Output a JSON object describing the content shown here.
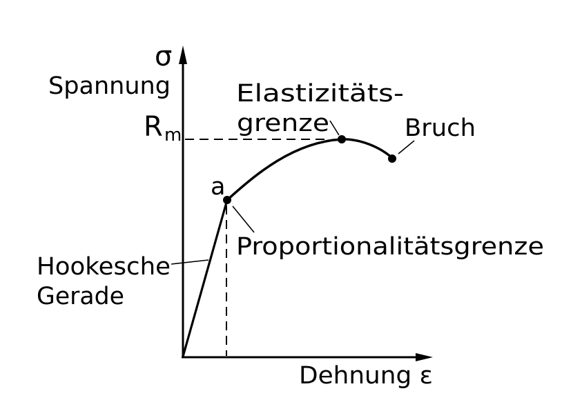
{
  "colors": {
    "background": "#ffffff",
    "ink": "#000000"
  },
  "labels": {
    "sigma": "σ",
    "spannung": "Spannung",
    "rm": "R",
    "rm_sub": "m",
    "elastizitaet_line1": "Elastizitäts-",
    "elastizitaet_line2": "grenze",
    "bruch": "Bruch",
    "point_a": "a",
    "proportionalitaetsgrenze": "Proportionalitätsgrenze",
    "hooke_line1": "Hookesche",
    "hooke_line2": "Gerade",
    "dehnung": "Dehnung ε"
  },
  "chart_data": {
    "type": "line",
    "title": "",
    "xlabel": "Dehnung ε",
    "ylabel": "Spannung σ",
    "axis_numeric_labels": false,
    "y_axis_marked_level": "Rm (dashed line at curve maximum)",
    "segments": [
      {
        "name": "Hookesche Gerade",
        "description": "straight line from origin up to point a"
      },
      {
        "name": "nonlinear region",
        "description": "curve rising from point a with decreasing slope to the maximum (Elastizitätsgrenze), then falling to the end point (Bruch)"
      }
    ],
    "named_points": [
      {
        "name": "a",
        "meaning": "Proportionalitätsgrenze",
        "marker": "filled dot, dashed vertical line down to strain axis"
      },
      {
        "name": "Elastizitätsgrenze",
        "meaning": "curve maximum at stress level Rm",
        "marker": "filled dot"
      },
      {
        "name": "Bruch",
        "meaning": "fracture, end of curve",
        "marker": "filled dot"
      }
    ],
    "legend": false,
    "grid": false
  }
}
